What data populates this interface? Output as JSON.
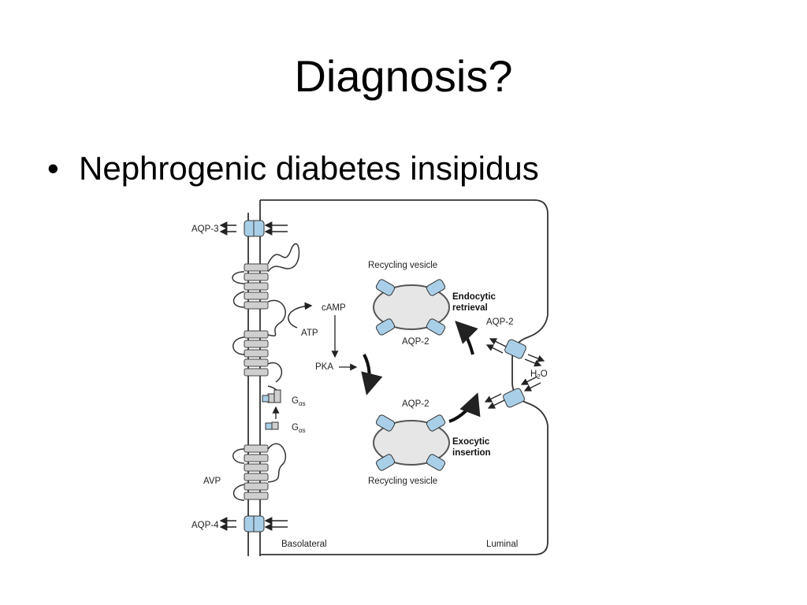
{
  "slide": {
    "title": "Diagnosis?",
    "bullets": [
      "Nephrogenic diabetes insipidus"
    ]
  },
  "diagram": {
    "labels": {
      "aqp3": "AQP-3",
      "aqp4": "AQP-4",
      "avp": "AVP",
      "camp": "cAMP",
      "atp": "ATP",
      "pka": "PKA",
      "g_alpha_s_main": "G",
      "g_alpha_s_sub": "αs",
      "recycling_vesicle_top": "Recycling vesicle",
      "recycling_vesicle_bottom": "Recycling vesicle",
      "aqp2_top_vesicle": "AQP-2",
      "aqp2_bottom_vesicle": "AQP-2",
      "aqp2_membrane": "AQP-2",
      "endocytic_line1": "Endocytic",
      "endocytic_line2": "retrieval",
      "exocytic_line1": "Exocytic",
      "exocytic_line2": "insertion",
      "h2o_main": "H",
      "h2o_sub": "2",
      "h2o_tail": "O",
      "basolateral": "Basolateral",
      "luminal": "Luminal"
    },
    "colors": {
      "channel_fill": "#a9cfe8",
      "receptor_fill": "#cfcfcf",
      "vesicle_fill": "#e6e6e6",
      "line": "#333333"
    }
  }
}
